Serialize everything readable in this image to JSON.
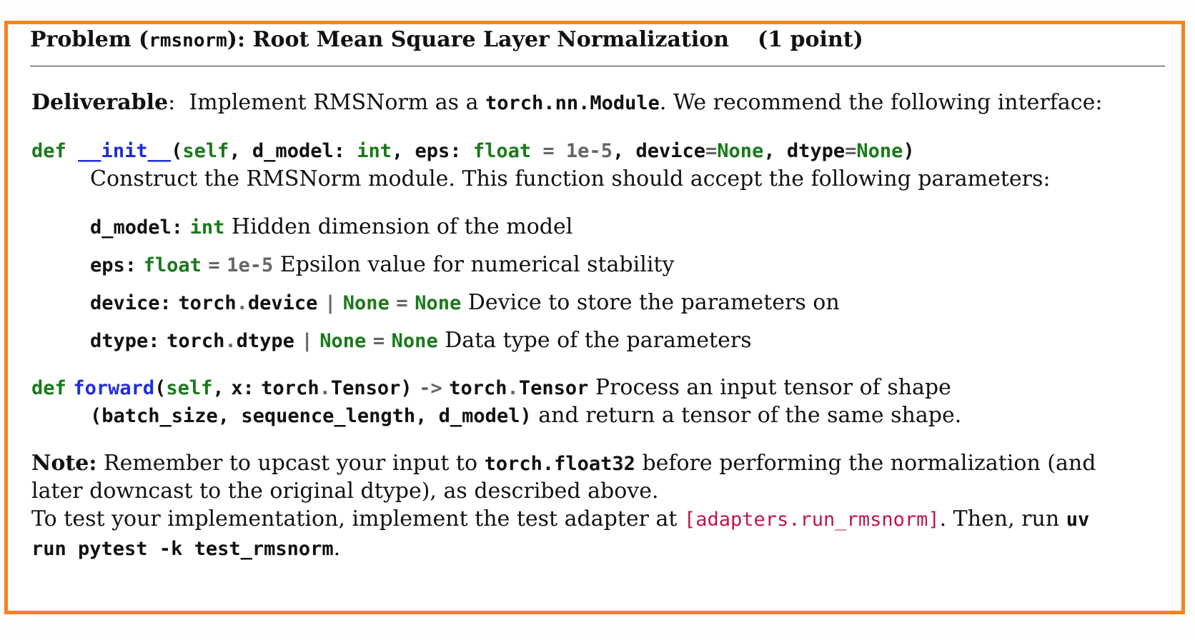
{
  "problem": {
    "title_prefix": "Problem (",
    "title_code": "rmsnorm",
    "title_suffix": "): Root Mean Square Layer Normalization",
    "points": "(1 point)"
  },
  "deliverable": {
    "label": "Deliverable",
    "colon": ":",
    "text_before": "Implement RMSNorm as a",
    "code": "torch.nn.Module",
    "text_after": ". We recommend the following interface:"
  },
  "init": {
    "def": "def",
    "name": "__init__",
    "open": "(",
    "self": "self",
    "comma1": ",",
    "p1": "d_model:",
    "t1": "int",
    "comma2": ",",
    "p2": "eps:",
    "t2": "float",
    "eq": "=",
    "v2": "1e-5",
    "comma3": ",",
    "p3": "device",
    "eq3": "=",
    "v3": "None",
    "comma4": ",",
    "p4": "dtype",
    "eq4": "=",
    "v4": "None",
    "close": ")",
    "description": "Construct the RMSNorm module. This function should accept the following parameters:"
  },
  "params": [
    {
      "name": "d_model:",
      "type": "int",
      "desc": "Hidden dimension of the model"
    },
    {
      "name": "eps:",
      "type": "float",
      "eq": "=",
      "default": "1e-5",
      "desc": "Epsilon value for numerical stability"
    },
    {
      "name": "device:",
      "mod": "torch",
      "dot": ".",
      "attr": "device",
      "bar": "|",
      "none": "None",
      "eq": "=",
      "default": "None",
      "desc": "Device to store the parameters on"
    },
    {
      "name": "dtype:",
      "mod": "torch",
      "dot": ".",
      "attr": "dtype",
      "bar": "|",
      "none": "None",
      "eq": "=",
      "default": "None",
      "desc": "Data type of the parameters"
    }
  ],
  "forward": {
    "def": "def",
    "name": "forward",
    "open": "(",
    "self": "self",
    "comma": ",",
    "x": "x:",
    "mod": "torch",
    "dot": ".",
    "cls": "Tensor",
    "close": ")",
    "arrow": "->",
    "ret_mod": "torch",
    "ret_dot": ".",
    "ret_cls": "Tensor",
    "desc1": "Process an input tensor of shape",
    "shape": "(batch_size, sequence_length, d_model)",
    "desc2": "and return a tensor of the same shape."
  },
  "note": {
    "label": "Note:",
    "text1": "Remember to upcast your input to",
    "code": "torch.float32",
    "text2": "before performing the normalization (and",
    "line2": "later downcast to the original dtype), as described above.",
    "test_text": "To test your implementation, implement the test adapter at",
    "adapter": "[adapters.run_rmsnorm]",
    "then": ". Then, run",
    "cmd1": "uv",
    "cmd2": "run pytest -k test_rmsnorm",
    "end": "."
  }
}
